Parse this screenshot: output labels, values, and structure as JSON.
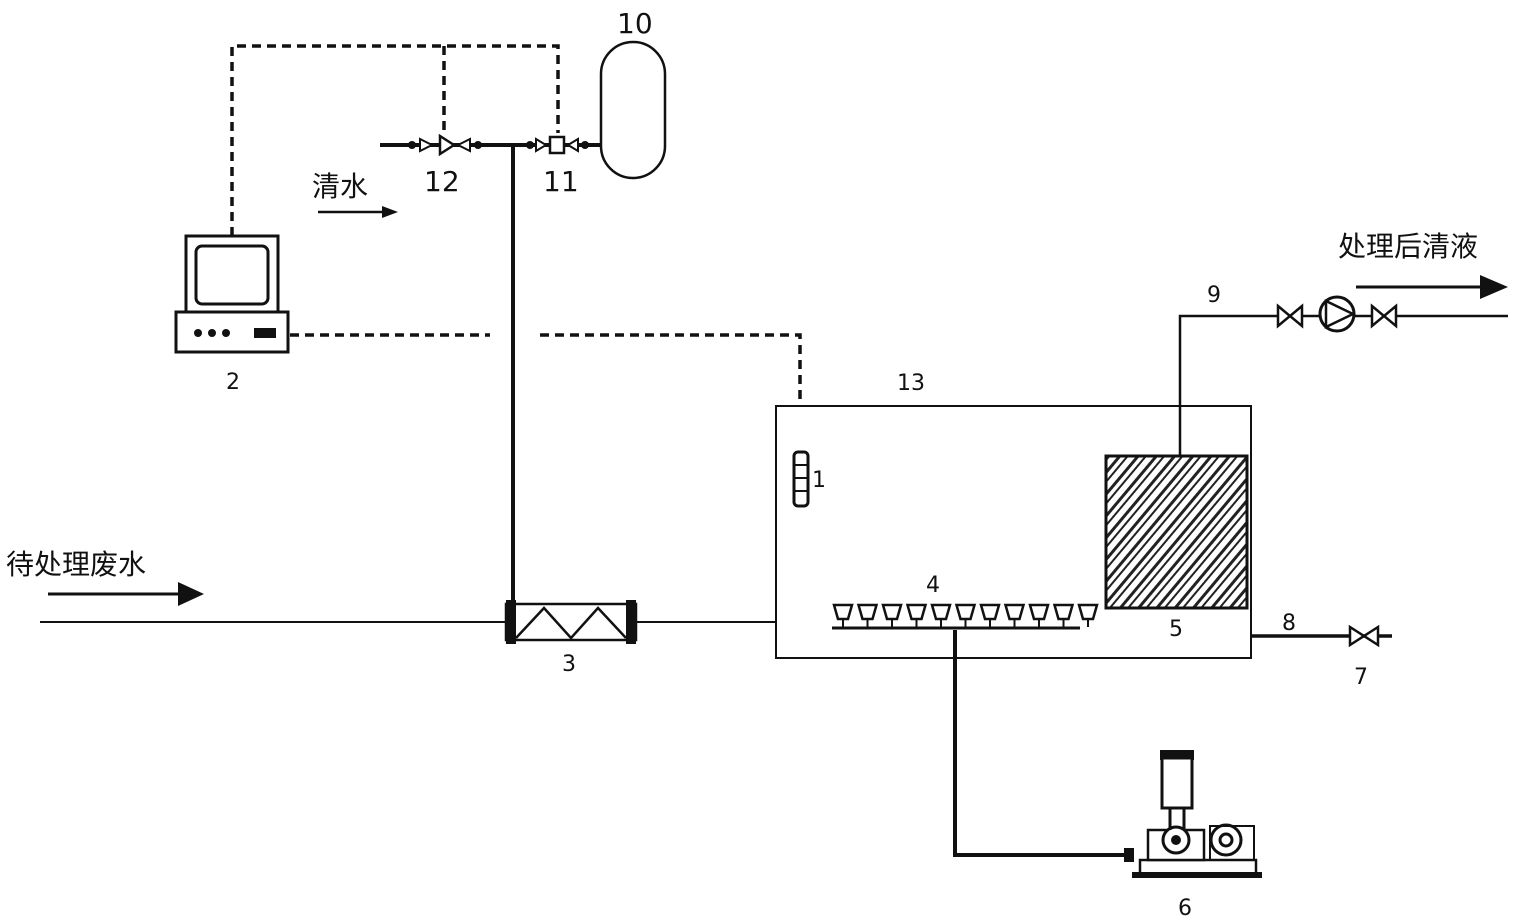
{
  "labels": {
    "sensor": "1",
    "controller": "2",
    "mixer": "3",
    "diffuser": "4",
    "membrane": "5",
    "blower": "6",
    "drain_valve": "7",
    "drain_pipe": "8",
    "effluent_pipe": "9",
    "tank": "10",
    "valve_11": "11",
    "valve_12": "12",
    "reactor": "13"
  },
  "flows": {
    "clean_water": "清水",
    "wastewater_in": "待处理废水",
    "treated_out": "处理后清液"
  }
}
